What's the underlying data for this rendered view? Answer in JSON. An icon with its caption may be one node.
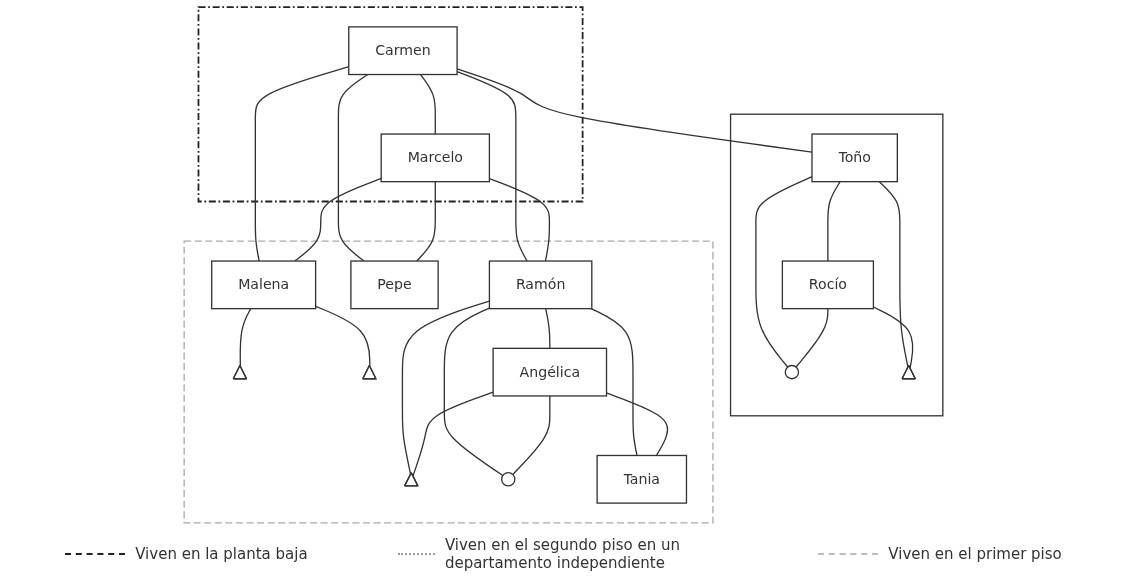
{
  "diagram": {
    "nodes": [
      {
        "text": [],
        "shape": "box"
      },
      {
        "text": [
          "Carmen"
        ],
        "in": 0
      },
      {
        "text": [
          "Marcelo"
        ],
        "in": 0
      },
      {
        "text": [],
        "shape": "box"
      },
      {
        "text": [
          "Toño"
        ],
        "in": 3
      },
      {
        "text": [
          "Rocío"
        ],
        "in": 3
      },
      {
        "text": [],
        "shape": "triangle",
        "in": 3
      },
      {
        "text": [],
        "shape": "circle",
        "in": 3
      },
      {
        "text": [],
        "shape": "box"
      },
      {
        "text": [
          "Malena"
        ],
        "in": 8
      },
      {
        "text": [
          "Pepe"
        ],
        "in": 8
      },
      {
        "text": [
          "Ramón"
        ],
        "in": 8
      },
      {
        "text": [
          "Angélica"
        ],
        "in": 8
      },
      {
        "text": [],
        "shape": "triangle",
        "in": 8
      },
      {
        "text": [],
        "shape": "triangle",
        "in": 8
      },
      {
        "text": [
          "Tania"
        ],
        "in": 8
      },
      {
        "text": [],
        "shape": "circle",
        "in": 8
      },
      {
        "text": [],
        "shape": "triangle",
        "in": 8
      }
    ],
    "edges": [
      {
        "from": 1,
        "to": 2,
        "arrow": "none"
      },
      {
        "from": 1,
        "to": 4,
        "arrow": "none"
      },
      {
        "from": 1,
        "to": 9,
        "arrow": "none"
      },
      {
        "from": 2,
        "to": 9,
        "arrow": "none"
      },
      {
        "from": 1,
        "to": 10,
        "arrow": "none"
      },
      {
        "from": 2,
        "to": 10,
        "arrow": "none"
      },
      {
        "from": 1,
        "to": 11,
        "arrow": "none"
      },
      {
        "from": 2,
        "to": 11,
        "arrow": "none"
      },
      {
        "from": 4,
        "to": 5,
        "arrow": "none"
      },
      {
        "from": 4,
        "to": 6,
        "arrow": "none"
      },
      {
        "from": 5,
        "to": 6,
        "arrow": "none"
      },
      {
        "from": 4,
        "to": 7,
        "arrow": "none"
      },
      {
        "from": 5,
        "to": 7,
        "arrow": "none"
      },
      {
        "from": 9,
        "to": 13,
        "arrow": "none"
      },
      {
        "from": 9,
        "to": 14,
        "arrow": "none"
      },
      {
        "from": 11,
        "to": 12,
        "arrow": "none"
      },
      {
        "from": 11,
        "to": 15,
        "arrow": "none"
      },
      {
        "from": 12,
        "to": 15,
        "arrow": "none"
      },
      {
        "from": 11,
        "to": 16,
        "arrow": "none"
      },
      {
        "from": 12,
        "to": 16,
        "arrow": "none"
      },
      {
        "from": 11,
        "to": 17,
        "arrow": "none"
      },
      {
        "from": 12,
        "to": 17,
        "arrow": "none"
      }
    ],
    "legend": [
      {
        "text": "Viven en la planta baja"
      },
      {
        "text": "Viven en el segundo piso en un departamento independiente"
      },
      {
        "text": "Viven en el primer piso"
      }
    ]
  }
}
